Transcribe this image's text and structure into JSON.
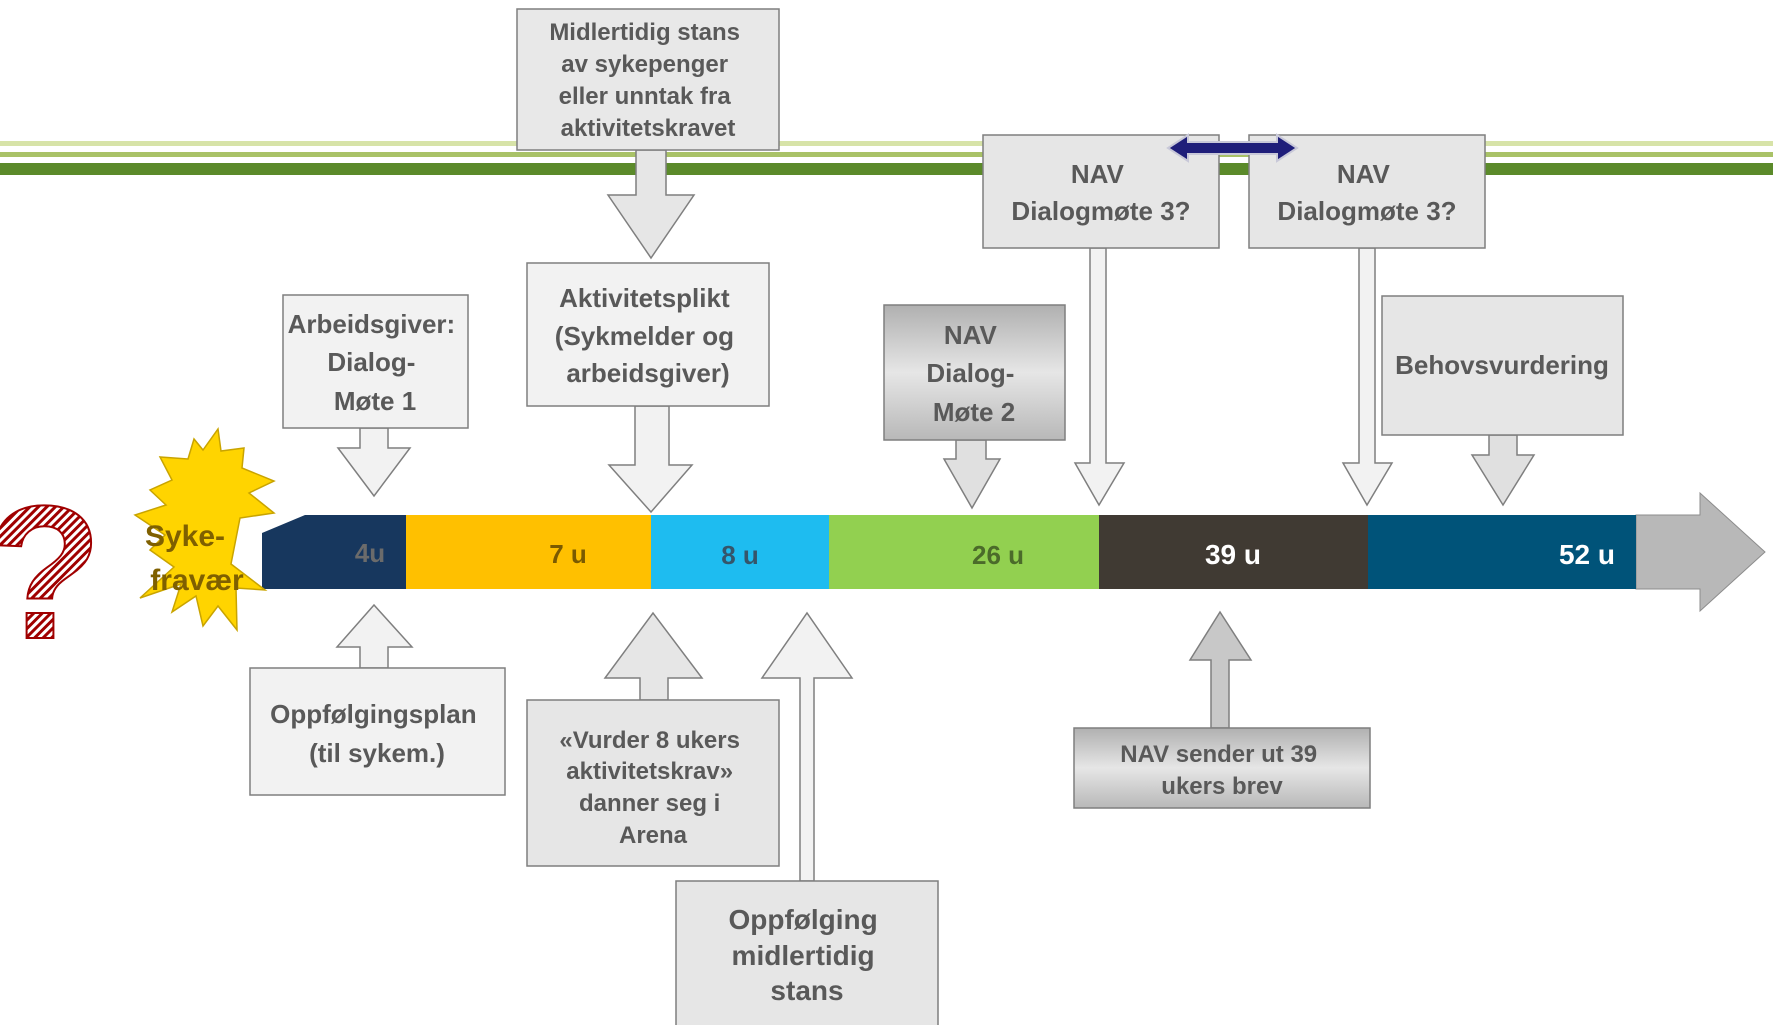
{
  "colors": {
    "stripe_light": "#d7e3a8",
    "stripe_mid": "#a9c267",
    "stripe_dark": "#5b8a2a",
    "box_fill": "#f2f2f2",
    "box_fill_dark": "#c8c8c8",
    "box_stroke": "#7f7f7f",
    "box_text": "#595959",
    "seg_4u": "#17375e",
    "seg_7u": "#ffc000",
    "seg_8u": "#1ebcf0",
    "seg_26u": "#92d050",
    "seg_39u": "#403a33",
    "seg_52u": "#005379",
    "arrow_head": "#b8b8b8",
    "burst": "#ffd400",
    "question": "#a00000",
    "double_arrow": "#1f1e7a"
  },
  "start": {
    "question_mark": "?",
    "burst_label_line1": "Syke-",
    "burst_label_line2": "fravær"
  },
  "timeline": {
    "segments": [
      {
        "id": "seg-4u",
        "label": "4u"
      },
      {
        "id": "seg-7u",
        "label": "7 u"
      },
      {
        "id": "seg-8u",
        "label": "8 u"
      },
      {
        "id": "seg-26u",
        "label": "26 u"
      },
      {
        "id": "seg-39u",
        "label": "39 u"
      },
      {
        "id": "seg-52u",
        "label": "52 u"
      }
    ]
  },
  "boxes": {
    "midlertidig_stans": [
      "Midlertidig stans",
      "av sykepenger",
      "eller unntak fra",
      "aktivitetskravet"
    ],
    "arbeidsgiver_dialog1": [
      "Arbeidsgiver:",
      "Dialog-",
      "Møte 1"
    ],
    "aktivitetsplikt": [
      "Aktivitetsplikt",
      "(Sykmelder og",
      "arbeidsgiver)"
    ],
    "nav_dialog2": [
      "NAV",
      "Dialog-",
      "Møte 2"
    ],
    "nav_dialog3_a": [
      "NAV",
      "Dialogmøte 3?"
    ],
    "nav_dialog3_b": [
      "NAV",
      "Dialogmøte 3?"
    ],
    "behovsvurdering": [
      "Behovsvurdering"
    ],
    "oppfolgingsplan": [
      "Oppfølgingsplan",
      "(til sykem.)"
    ],
    "vurder_8_uker": [
      "«Vurder 8 ukers",
      "aktivitetskrav»",
      "danner seg i",
      "Arena"
    ],
    "oppfolging_midlertidig": [
      "Oppfølging",
      "midlertidig",
      "stans"
    ],
    "nav_39_brev": [
      "NAV sender ut 39",
      "ukers brev"
    ]
  }
}
